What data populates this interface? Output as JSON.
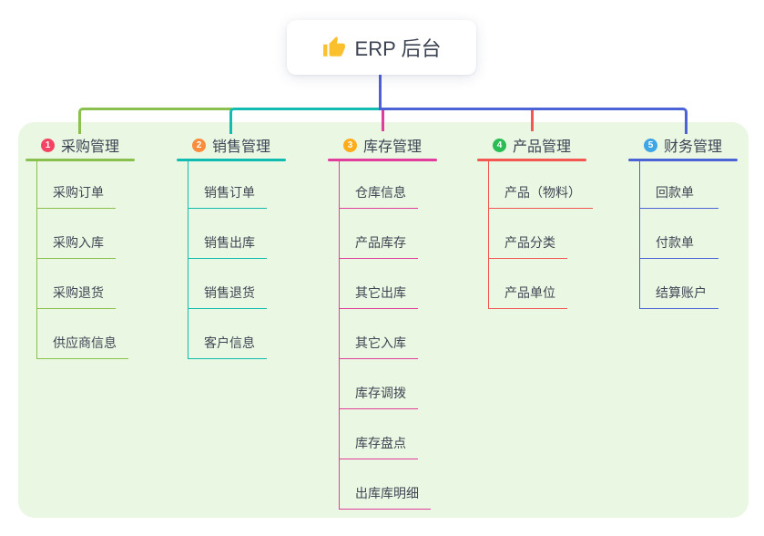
{
  "root": {
    "label": "ERP 后台",
    "icon": "thumbs-up-icon",
    "connector_color": "#4f60d2"
  },
  "branches": [
    {
      "id": "purchase",
      "num": "1",
      "label": "采购管理",
      "line_color": "#8ac04e",
      "badge_color": "#f34563",
      "children": [
        "采购订单",
        "采购入库",
        "采购退货",
        "供应商信息"
      ]
    },
    {
      "id": "sales",
      "num": "2",
      "label": "销售管理",
      "line_color": "#12bcb0",
      "badge_color": "#fb8b3d",
      "children": [
        "销售订单",
        "销售出库",
        "销售退货",
        "客户信息"
      ]
    },
    {
      "id": "inventory",
      "num": "3",
      "label": "库存管理",
      "line_color": "#e23c9d",
      "badge_color": "#ffac1c",
      "children": [
        "仓库信息",
        "产品库存",
        "其它出库",
        "其它入库",
        "库存调拨",
        "库存盘点",
        "出库库明细"
      ]
    },
    {
      "id": "product",
      "num": "4",
      "label": "产品管理",
      "line_color": "#f25752",
      "badge_color": "#2bbd55",
      "children": [
        "产品（物料）",
        "产品分类",
        "产品单位"
      ]
    },
    {
      "id": "finance",
      "num": "5",
      "label": "财务管理",
      "line_color": "#4b63d4",
      "badge_color": "#3fa6e6",
      "children": [
        "回款单",
        "付款单",
        "结算账户"
      ]
    }
  ],
  "colors": {
    "panel_bg": "#eaf7e3",
    "text_dark": "#3c4454",
    "icon_yellow": "#fbc02d"
  }
}
